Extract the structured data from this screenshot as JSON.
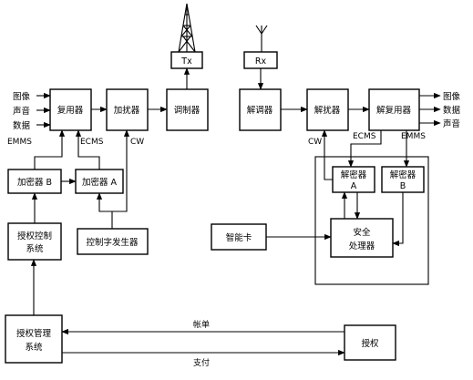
{
  "inputs": {
    "image": "图像",
    "audio": "声音",
    "data": "数据"
  },
  "outputs": {
    "image": "图像",
    "data": "数据",
    "audio": "声音"
  },
  "blocks": {
    "mux": "复用器",
    "scrambler": "加扰器",
    "modulator": "调制器",
    "tx": "Tx",
    "rx": "Rx",
    "demodulator": "解调器",
    "descrambler": "解扰器",
    "demux": "解复用器",
    "encryptor_b": "加密器 B",
    "encryptor_a": "加密器 A",
    "auth_control": [
      "授权控制",
      "系统"
    ],
    "cw_generator": "控制字发生器",
    "decryptor_a": [
      "解密器",
      "A"
    ],
    "decryptor_b": [
      "解密器",
      "B"
    ],
    "smart_card": "智能卡",
    "security_processor": [
      "安全",
      "处理器"
    ],
    "auth_management": [
      "授权管理",
      "系统"
    ],
    "authorization": "授权"
  },
  "signals": {
    "emms_tx": "EMMS",
    "ecms_tx": "ECMS",
    "cw_tx": "CW",
    "cw_rx": "CW",
    "ecms_rx": "ECMS",
    "emms_rx": "EMMS",
    "bill": "帐单",
    "payment": "支付"
  }
}
